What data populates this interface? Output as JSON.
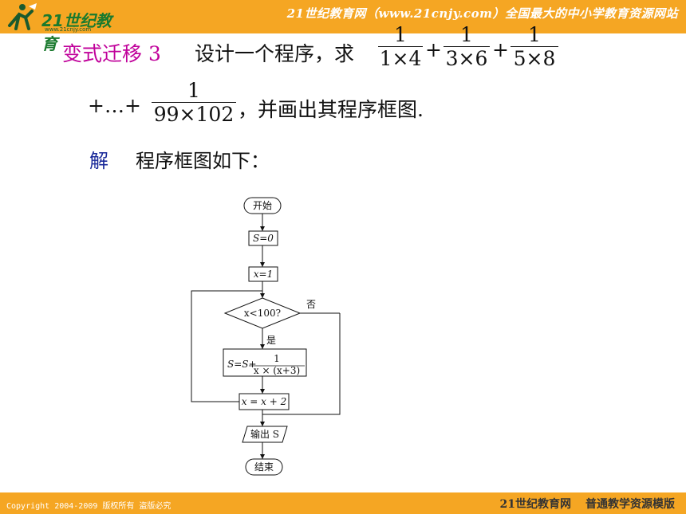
{
  "header": {
    "logo_text": "21世纪教育",
    "logo_sub": "www.21cnjy.com",
    "site_slogan": "21世纪教育网（www.21cnjy.com）全国最大的中小学教育资源网站"
  },
  "problem": {
    "label": "变式迁移 3",
    "prompt": "设计一个程序，求",
    "terms": [
      {
        "num": "1",
        "den": "1×4"
      },
      {
        "num": "1",
        "den": "3×6"
      },
      {
        "num": "1",
        "den": "5×8"
      }
    ],
    "plus": "+",
    "ellipsis": "+…+",
    "last_term": {
      "num": "1",
      "den": "99×102"
    },
    "suffix": "，并画出其程序框图."
  },
  "solution": {
    "label": "解",
    "text": "程序框图如下："
  },
  "flowchart": {
    "start": "开始",
    "init_s": "S=0",
    "init_x": "x=1",
    "condition": "x<100?",
    "no_label": "否",
    "yes_label": "是",
    "update_s_prefix": "S=S+",
    "update_s_num": "1",
    "update_s_den": "x × (x+3)",
    "update_x": "x = x + 2",
    "output": "输出 S",
    "end": "结束"
  },
  "footer": {
    "copyright": "Copyright 2004-2009 版权所有 盗版必究",
    "site": "21世纪教育网",
    "template": "普通教学资源模版"
  }
}
